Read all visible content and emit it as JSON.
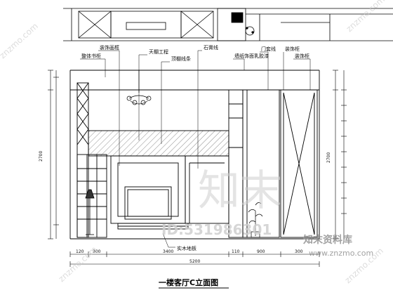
{
  "drawing": {
    "title": "一楼客厅C立面图",
    "callouts": [
      {
        "id": "c1",
        "text": "装饰画框"
      },
      {
        "id": "c2",
        "text": "整体书柜"
      },
      {
        "id": "c3",
        "text": "天棚工程"
      },
      {
        "id": "c4",
        "text": "顶棚线条"
      },
      {
        "id": "c5",
        "text": "石膏线"
      },
      {
        "id": "c6",
        "text": "墙纸饰面乳胶漆"
      },
      {
        "id": "c7",
        "text": "门套线"
      },
      {
        "id": "c8",
        "text": "装饰柜"
      },
      {
        "id": "c9",
        "text": "实木地板"
      }
    ],
    "dimensions": {
      "left_total": "2700",
      "right_total": "2700",
      "bottom": [
        "120",
        "300",
        "3400",
        "110",
        "900",
        "300"
      ],
      "overall": "5200"
    }
  },
  "watermarks": {
    "big": "知末",
    "id_text": "ID:531986301",
    "site_name": "知末资料库",
    "url": "www.znzmo.com",
    "diagonal": "znzmo.com"
  }
}
